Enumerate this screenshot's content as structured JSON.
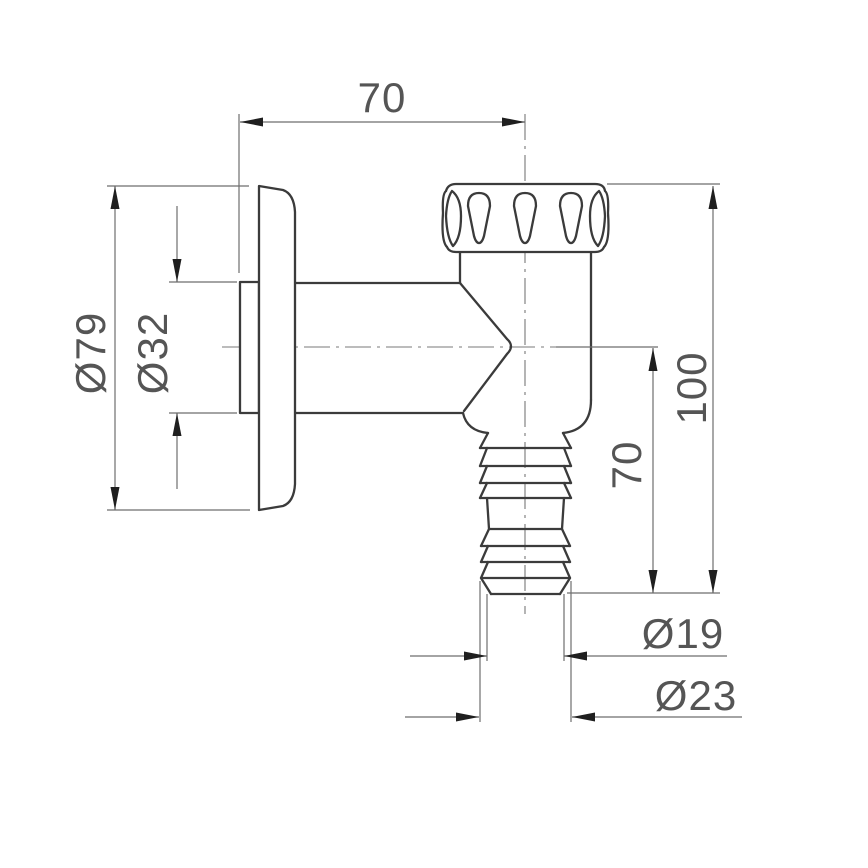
{
  "drawing": {
    "type": "technical-dimension-drawing",
    "subject": "wall-mounted washing-machine tap with knurled handwheel and hose barb outlet",
    "background": "#ffffff",
    "labels": {
      "width_top": "70",
      "flange_dia": "Ø79",
      "inlet_dia": "Ø32",
      "height_total": "100",
      "height_outlet": "70",
      "barb_tip_dia": "Ø19",
      "barb_max_dia": "Ø23"
    },
    "colors": {
      "object_line": "#3b3b3b",
      "thin_line": "#6e6e6e",
      "centerline": "#787878",
      "arrow": "#1f1f1f",
      "text": "#555555"
    }
  }
}
